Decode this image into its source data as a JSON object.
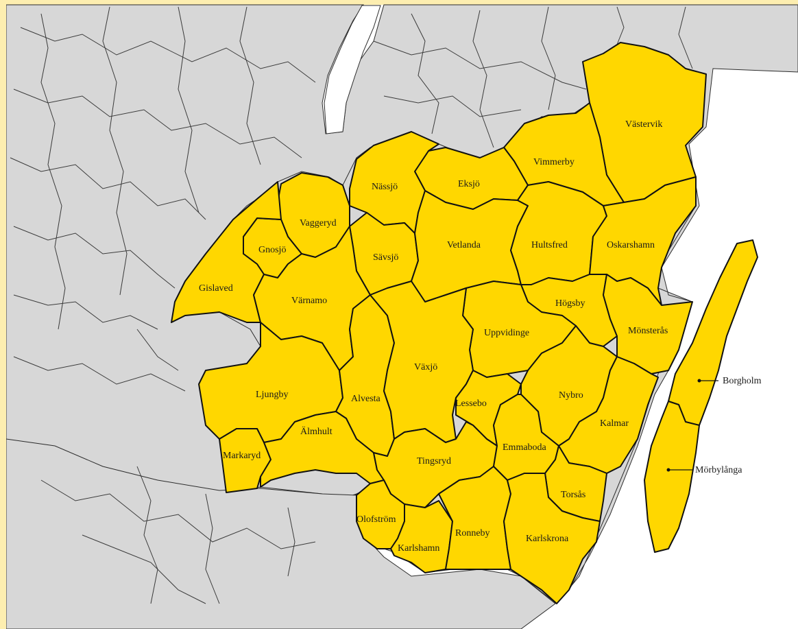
{
  "colors": {
    "highlight": "#ffd700",
    "surrounding": "#d7d7d7",
    "water": "#ffffff",
    "frame": "#fdeeb0"
  },
  "municipalities": [
    {
      "id": "vastervik",
      "name": "Västervik"
    },
    {
      "id": "vimmerby",
      "name": "Vimmerby"
    },
    {
      "id": "eksjo",
      "name": "Eksjö"
    },
    {
      "id": "nassjo",
      "name": "Nässjö"
    },
    {
      "id": "vaggeryd",
      "name": "Vaggeryd"
    },
    {
      "id": "gnosjo",
      "name": "Gnosjö"
    },
    {
      "id": "gislaved",
      "name": "Gislaved"
    },
    {
      "id": "savsjo",
      "name": "Sävsjö"
    },
    {
      "id": "vetlanda",
      "name": "Vetlanda"
    },
    {
      "id": "hultsfred",
      "name": "Hultsfred"
    },
    {
      "id": "oskarshamn",
      "name": "Oskarshamn"
    },
    {
      "id": "varnamo",
      "name": "Värnamo"
    },
    {
      "id": "hogsby",
      "name": "Högsby"
    },
    {
      "id": "uppvidinge",
      "name": "Uppvidinge"
    },
    {
      "id": "monsteras",
      "name": "Mönsterås"
    },
    {
      "id": "borgholm",
      "name": "Borgholm"
    },
    {
      "id": "ljungby",
      "name": "Ljungby"
    },
    {
      "id": "alvesta",
      "name": "Alvesta"
    },
    {
      "id": "vaxjo",
      "name": "Växjö"
    },
    {
      "id": "lessebo",
      "name": "Lessebo"
    },
    {
      "id": "nybro",
      "name": "Nybro"
    },
    {
      "id": "kalmar",
      "name": "Kalmar"
    },
    {
      "id": "markaryd",
      "name": "Markaryd"
    },
    {
      "id": "almhult",
      "name": "Älmhult"
    },
    {
      "id": "tingsryd",
      "name": "Tingsryd"
    },
    {
      "id": "emmaboda",
      "name": "Emmaboda"
    },
    {
      "id": "morbylanga",
      "name": "Mörbylånga"
    },
    {
      "id": "torsas",
      "name": "Torsås"
    },
    {
      "id": "olofstrom",
      "name": "Olofström"
    },
    {
      "id": "karlshamn",
      "name": "Karlshamn"
    },
    {
      "id": "ronneby",
      "name": "Ronneby"
    },
    {
      "id": "karlskrona",
      "name": "Karlskrona"
    }
  ]
}
